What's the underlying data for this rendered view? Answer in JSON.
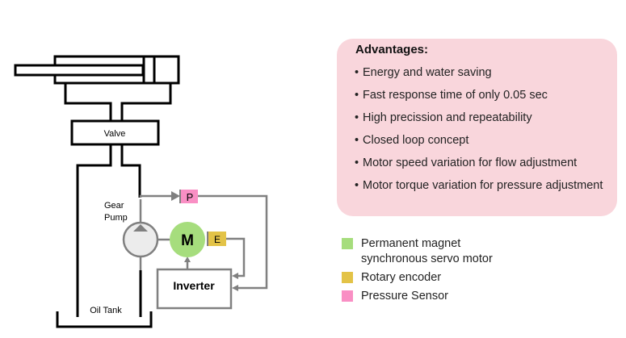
{
  "diagram": {
    "labels": {
      "valve": "Valve",
      "gear_pump": "Gear",
      "gear_pump_line2": "Pump",
      "motor": "M",
      "encoder": "E",
      "pressure_sensor": "P",
      "inverter": "Inverter",
      "oil_tank": "Oil Tank"
    },
    "colors": {
      "motor": "#a6dd7d",
      "encoder": "#e3c347",
      "pressure_sensor": "#f98fc4",
      "pump_fill": "#ececec",
      "signal_line": "#808080",
      "hydraulic_line": "#000000"
    }
  },
  "advantages": {
    "title": "Advantages:",
    "bullet": "•",
    "items": [
      "Energy and water saving",
      "Fast response time of only 0.05 sec",
      "High precission and repeatability",
      "Closed loop concept",
      "Motor speed variation for flow adjustment",
      "Motor torque variation for pressure adjustment"
    ],
    "background": "#f9d6dc"
  },
  "legend": [
    {
      "label": "Permanent magnet synchronous servo motor",
      "color": "#a6dd7d"
    },
    {
      "label": "Rotary encoder",
      "color": "#e3c347"
    },
    {
      "label": "Pressure Sensor",
      "color": "#f98fc4"
    }
  ]
}
